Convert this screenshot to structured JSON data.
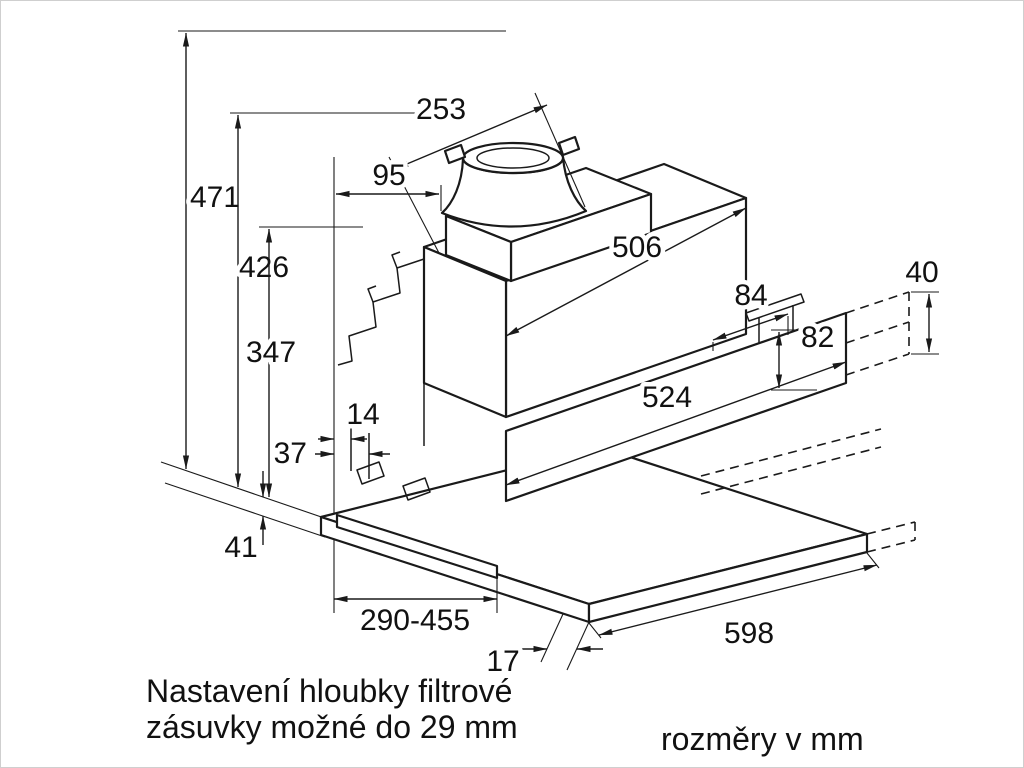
{
  "figure": {
    "background": "#ffffff",
    "line_color": "#1a1a1a",
    "dimensions": {
      "total_height": "471",
      "height_to_duct": "426",
      "body_height": "347",
      "duct_offset_depth": "253",
      "duct_offset_front": "95",
      "body_width": "506",
      "bracket_width": "84",
      "bracket_height": "82",
      "drawer_height": "40",
      "inner_width": "524",
      "wall_offset": "37",
      "rail_gap": "14",
      "front_lip": "41",
      "telescopic_range": "290-455",
      "front_width": "598",
      "lip_offset": "17"
    },
    "notes": {
      "line1": "Nastavení hloubky filtrové",
      "line2": "zásuvky možné do 29 mm",
      "units_label": "rozměry v mm"
    }
  }
}
